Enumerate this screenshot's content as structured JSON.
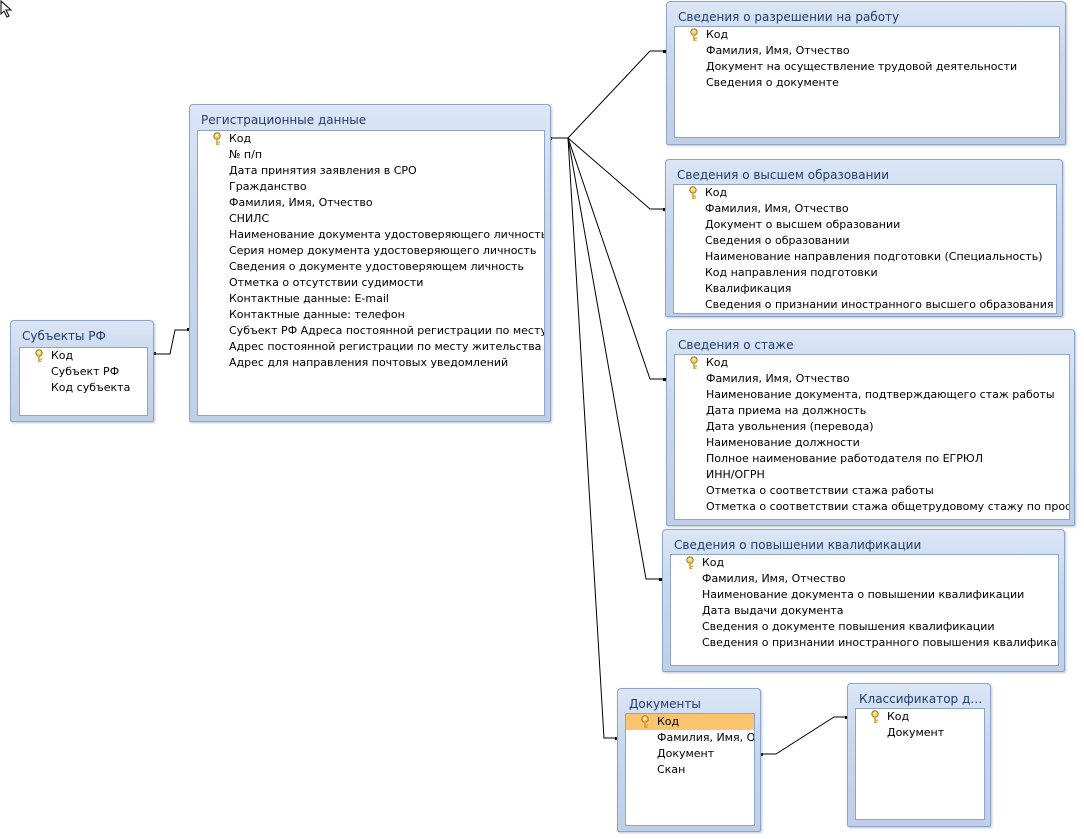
{
  "tables": {
    "subjects": {
      "title": "Субъекты РФ",
      "fields": [
        {
          "name": "Код",
          "key": true
        },
        {
          "name": "Субъект РФ"
        },
        {
          "name": "Код субъекта"
        }
      ]
    },
    "registration": {
      "title": "Регистрационные данные",
      "fields": [
        {
          "name": "Код",
          "key": true
        },
        {
          "name": "№ п/п"
        },
        {
          "name": "Дата принятия заявления в СРО"
        },
        {
          "name": "Гражданство"
        },
        {
          "name": "Фамилия, Имя, Отчество"
        },
        {
          "name": "СНИЛС"
        },
        {
          "name": "Наименование документа удостоверяющего личность"
        },
        {
          "name": "Серия номер документа удостоверяющего личность"
        },
        {
          "name": "Сведения о документе удостоверяющем личность"
        },
        {
          "name": "Отметка о отсутствии судимости"
        },
        {
          "name": "Контактные данные: E-mail"
        },
        {
          "name": "Контактные данные: телефон"
        },
        {
          "name": "Субъект РФ Адреса постоянной регистрации по месту жительства"
        },
        {
          "name": "Адрес постоянной регистрации по месту жительства"
        },
        {
          "name": "Адрес для направления почтовых уведомлений"
        }
      ]
    },
    "work_permit": {
      "title": "Сведения о разрешении на работу",
      "fields": [
        {
          "name": "Код",
          "key": true
        },
        {
          "name": "Фамилия, Имя, Отчество"
        },
        {
          "name": "Документ на осуществление трудовой деятельности"
        },
        {
          "name": "Сведения о документе"
        }
      ]
    },
    "higher_education": {
      "title": "Сведения о высшем образовании",
      "fields": [
        {
          "name": "Код",
          "key": true
        },
        {
          "name": "Фамилия, Имя, Отчество"
        },
        {
          "name": "Документ о высшем образовании"
        },
        {
          "name": "Сведения о образовании"
        },
        {
          "name": "Наименование направления подготовки (Специальность)"
        },
        {
          "name": "Код направления подготовки"
        },
        {
          "name": "Квалификация"
        },
        {
          "name": "Сведения о признании иностранного высшего образования"
        }
      ]
    },
    "experience": {
      "title": "Сведения о стаже",
      "fields": [
        {
          "name": "Код",
          "key": true
        },
        {
          "name": "Фамилия, Имя, Отчество"
        },
        {
          "name": "Наименование документа, подтверждающего стаж работы"
        },
        {
          "name": "Дата приема на должность"
        },
        {
          "name": "Дата увольнения (перевода)"
        },
        {
          "name": "Наименование должности"
        },
        {
          "name": "Полное наименование работодателя по ЕГРЮЛ"
        },
        {
          "name": "ИНН/ОГРН"
        },
        {
          "name": "Отметка о соответствии стажа работы"
        },
        {
          "name": "Отметка о соответствии стажа общетрудовому стажу по профессии"
        }
      ]
    },
    "qualification": {
      "title": "Сведения о повышении квалификации",
      "fields": [
        {
          "name": "Код",
          "key": true
        },
        {
          "name": "Фамилия, Имя, Отчество"
        },
        {
          "name": "Наименование документа о повышении квалификации"
        },
        {
          "name": "Дата выдачи документа"
        },
        {
          "name": "Сведения о документе повышения квалификации"
        },
        {
          "name": "Сведения о признании иностранного повышения квалификации"
        }
      ]
    },
    "documents": {
      "title": "Документы",
      "fields": [
        {
          "name": "Код",
          "key": true,
          "selected": true
        },
        {
          "name": "Фамилия, Имя, Отчество"
        },
        {
          "name": "Документ"
        },
        {
          "name": "Скан"
        }
      ]
    },
    "doc_classifier": {
      "title": "Классификатор док...",
      "fields": [
        {
          "name": "Код",
          "key": true
        },
        {
          "name": "Документ"
        }
      ]
    }
  },
  "colors": {
    "line": "#000000",
    "header_bg": "#c8d7ee",
    "title_text": "#1f3c6b",
    "selected_row": "#fcc46e"
  },
  "icons": {
    "primary_key": "key-icon",
    "pointer": "mouse-pointer-icon"
  }
}
